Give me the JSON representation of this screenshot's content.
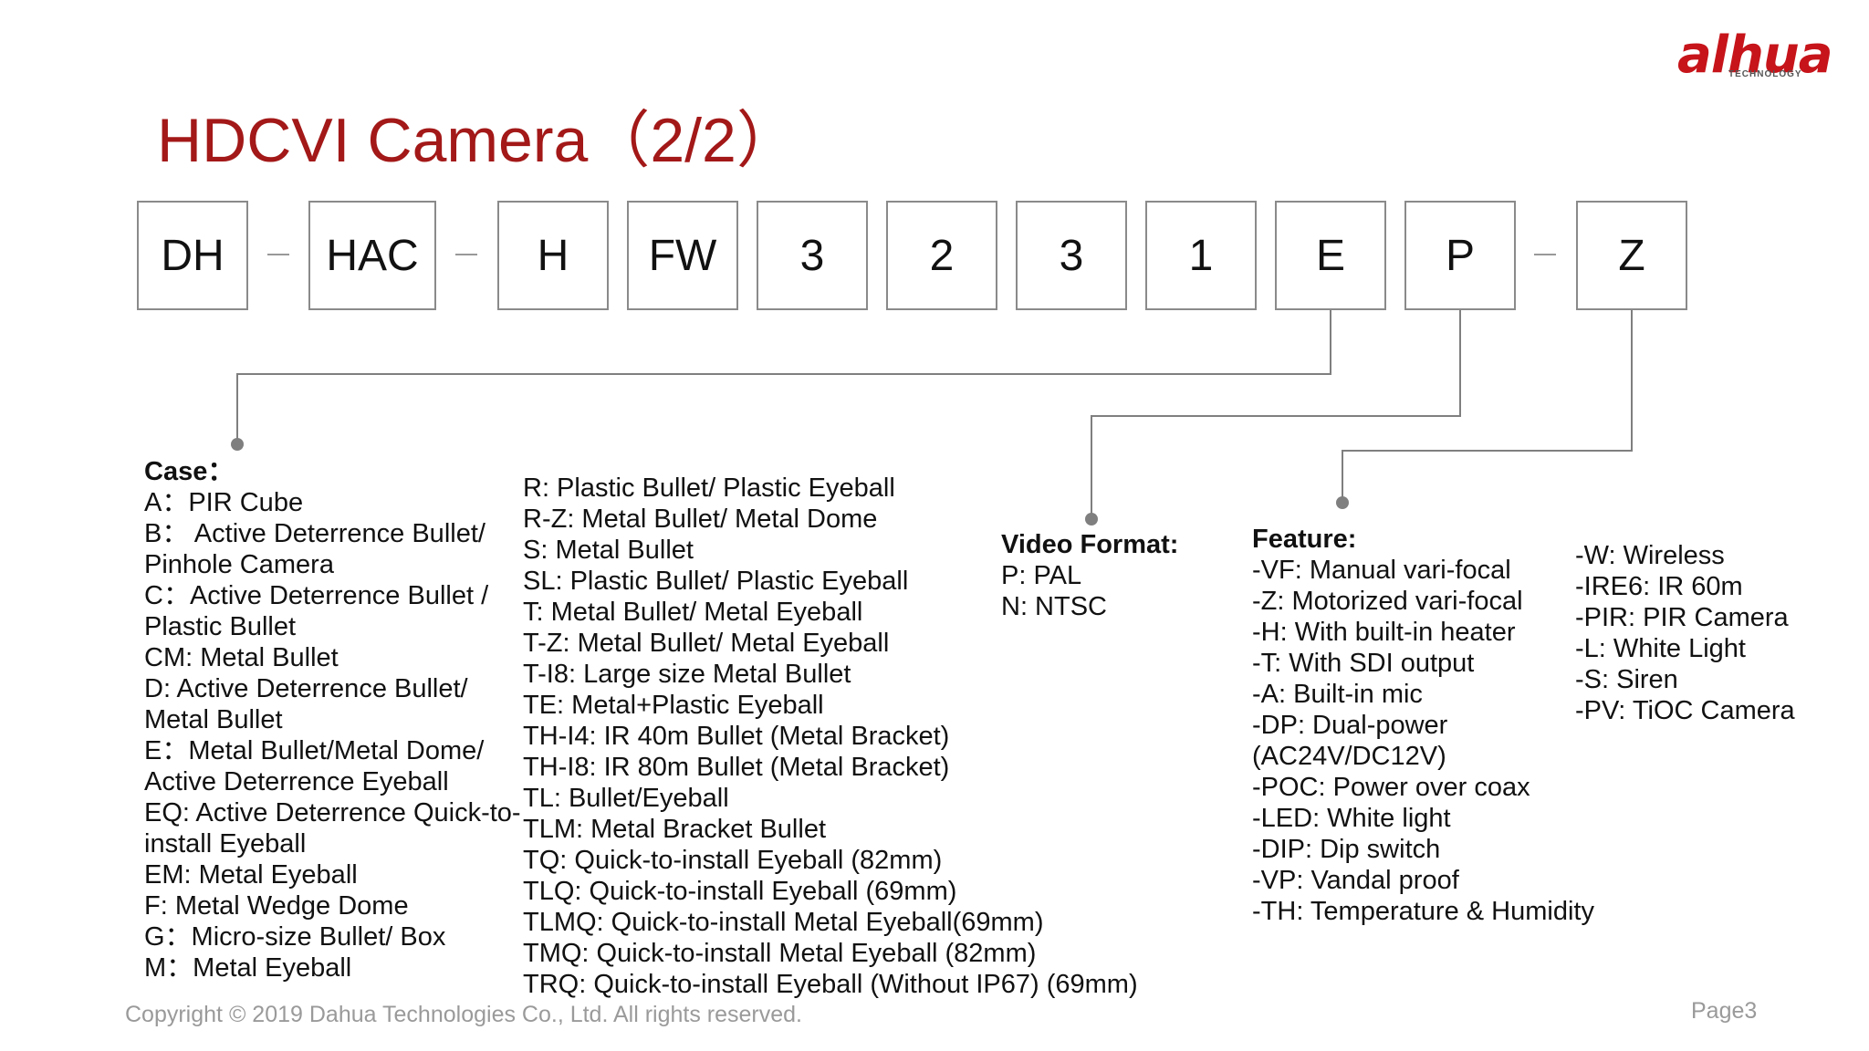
{
  "logo": {
    "text": "alhua",
    "sub": "TECHNOLOGY"
  },
  "title": "HDCVI Camera（2/2）",
  "code_boxes": [
    "DH",
    "HAC",
    "H",
    "FW",
    "3",
    "2",
    "3",
    "1",
    "E",
    "P",
    "Z"
  ],
  "case": {
    "heading": "Case：",
    "lines": [
      "A：PIR Cube",
      "B：  Active Deterrence Bullet/",
      "Pinhole Camera",
      "C：Active Deterrence Bullet /",
      "Plastic Bullet",
      "CM: Metal Bullet",
      "D:  Active Deterrence Bullet/",
      "Metal Bullet",
      "E：Metal Bullet/Metal Dome/",
      "Active Deterrence Eyeball",
      "EQ: Active Deterrence Quick-to-",
      "install Eyeball",
      "EM:  Metal Eyeball",
      "F:  Metal Wedge Dome",
      "G：Micro-size Bullet/ Box",
      "M：Metal Eyeball"
    ]
  },
  "case2": {
    "lines": [
      "R:   Plastic Bullet/ Plastic Eyeball",
      "R-Z: Metal Bullet/ Metal Dome",
      "S:  Metal Bullet",
      "SL:  Plastic Bullet/ Plastic Eyeball",
      "T:  Metal Bullet/ Metal Eyeball",
      "T-Z: Metal Bullet/ Metal Eyeball",
      "T-I8: Large size Metal Bullet",
      "TE:  Metal+Plastic Eyeball",
      "TH-I4:  IR 40m Bullet (Metal Bracket)",
      "TH-I8:  IR 80m Bullet (Metal Bracket)",
      "TL: Bullet/Eyeball",
      "TLM: Metal Bracket Bullet",
      "TQ: Quick-to-install Eyeball (82mm)",
      "TLQ: Quick-to-install Eyeball (69mm)",
      "TLMQ: Quick-to-install Metal Eyeball(69mm)",
      "TMQ: Quick-to-install Metal Eyeball (82mm)",
      "TRQ: Quick-to-install Eyeball (Without IP67) (69mm)"
    ]
  },
  "video_format": {
    "heading": "Video Format:",
    "lines": [
      "P: PAL",
      "N: NTSC"
    ]
  },
  "feature": {
    "heading": "Feature:",
    "lines": [
      "-VF:  Manual vari-focal",
      "-Z:    Motorized vari-focal",
      "-H:   With built-in heater",
      "-T:     With SDI output",
      "-A:     Built-in mic",
      "-DP:   Dual-power",
      "          (AC24V/DC12V)",
      "-POC: Power over coax",
      "-LED:  White light",
      "-DIP:  Dip switch",
      "-VP:    Vandal proof",
      "-TH:   Temperature & Humidity"
    ]
  },
  "feature2": {
    "lines": [
      "-W:      Wireless",
      "-IRE6:  IR 60m",
      "-PIR:   PIR Camera",
      "-L:       White Light",
      "-S:       Siren",
      "-PV:   TiOC Camera"
    ]
  },
  "footer": {
    "copyright": "Copyright © 2019 Dahua Technologies Co., Ltd. All rights reserved.",
    "page": "Page3"
  }
}
